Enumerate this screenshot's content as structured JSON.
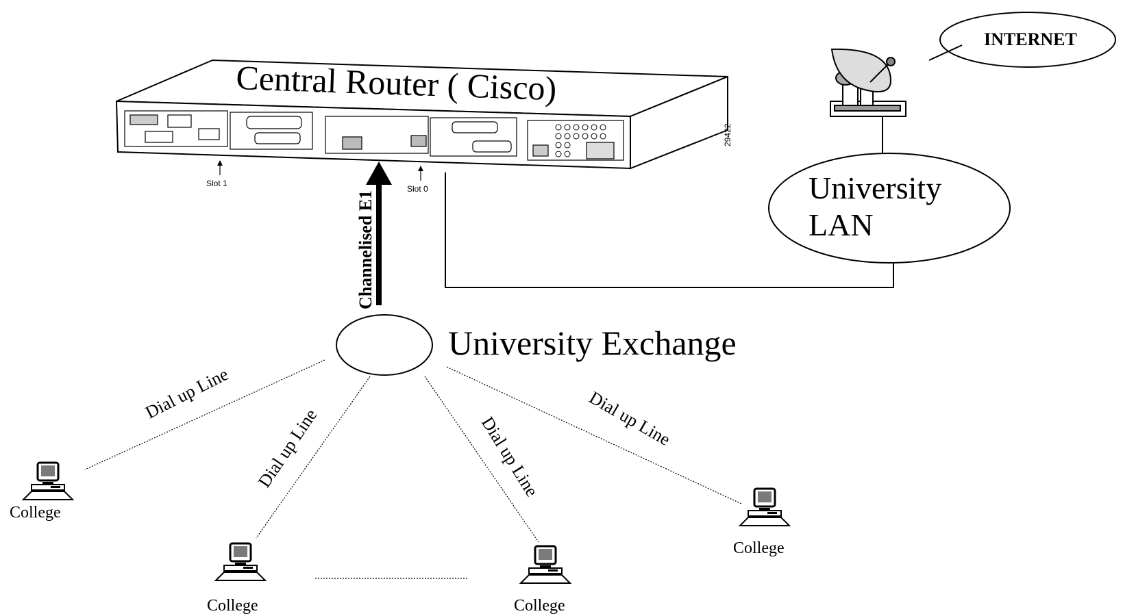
{
  "router": {
    "title": "Central Router ( Cisco)",
    "slot1": "Slot 1",
    "slot0": "Slot 0",
    "serial": "29422"
  },
  "internet": {
    "label": "INTERNET"
  },
  "lan": {
    "line1": "University",
    "line2": "LAN"
  },
  "exchange": {
    "label": "University Exchange"
  },
  "uplink": {
    "label": "Channelised E1"
  },
  "dial_label": "Dial up Line",
  "colleges": [
    "College",
    "College",
    "College",
    "College"
  ],
  "colors": {
    "ink": "#000000",
    "background": "#ffffff",
    "screen": "#7a7a7a"
  },
  "icons": [
    "satellite-dish-icon",
    "computer-icon",
    "arrow-up-icon"
  ]
}
